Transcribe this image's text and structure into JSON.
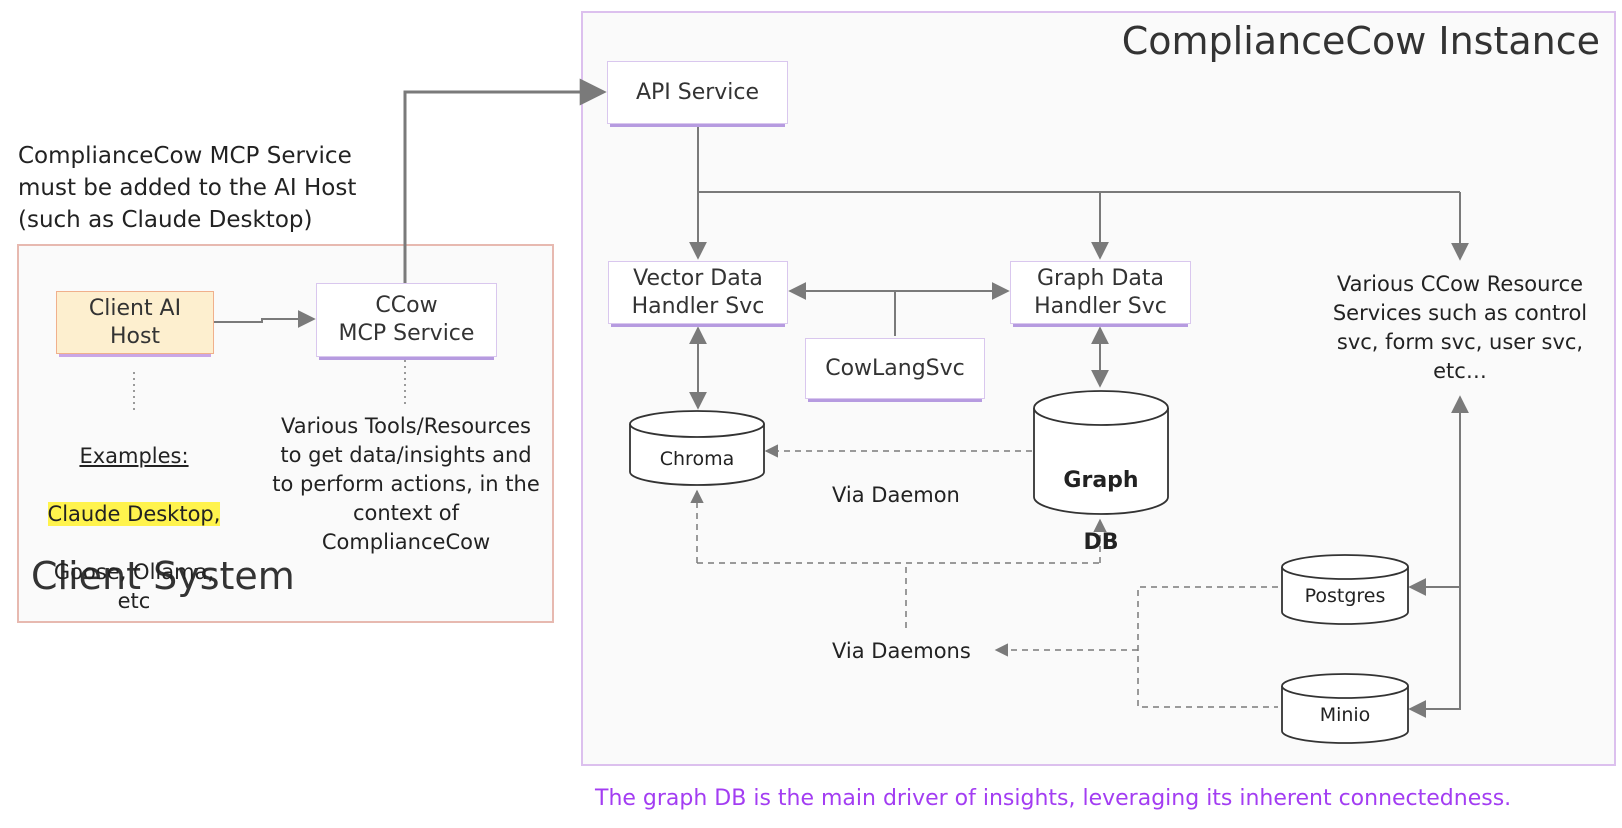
{
  "panels": {
    "client_system": "Client System",
    "instance": "ComplianceCow Instance"
  },
  "note_mcp": "ComplianceCow MCP Service\nmust be added to the AI Host\n(such as Claude Desktop)",
  "boxes": {
    "client_ai_host": "Client AI\nHost",
    "mcp_service": "CCow\nMCP Service",
    "api_service": "API Service",
    "vector_handler": "Vector Data\nHandler Svc",
    "graph_handler": "Graph Data\nHandler Svc",
    "cowlang": "CowLangSvc"
  },
  "examples": {
    "heading": "Examples:",
    "highlighted": "Claude Desktop,",
    "rest": "Goose, Ollama,\netc"
  },
  "tools_note": "Various Tools/Resources\nto get data/insights and\nto perform actions, in the\ncontext of\nComplianceCow",
  "resource_services": "Various CCow Resource\nServices such as control\nsvc, form svc, user svc,\netc…",
  "databases": {
    "chroma": "Chroma",
    "graph_db_line1": "Graph",
    "graph_db_line2": "DB",
    "postgres": "Postgres",
    "minio": "Minio"
  },
  "labels": {
    "via_daemon": "Via Daemon",
    "via_daemons": "Via Daemons"
  },
  "footer": "The graph DB is the main driver of insights, leveraging its inherent connectedness.",
  "colors": {
    "client_border": "#e7b9b0",
    "instance_border": "#dcc0ee",
    "accent_purple": "#a33df2",
    "arrow_gray": "#7a7a7a",
    "highlight_yellow": "#fff34d",
    "client_ai_fill": "#fdefcf"
  }
}
